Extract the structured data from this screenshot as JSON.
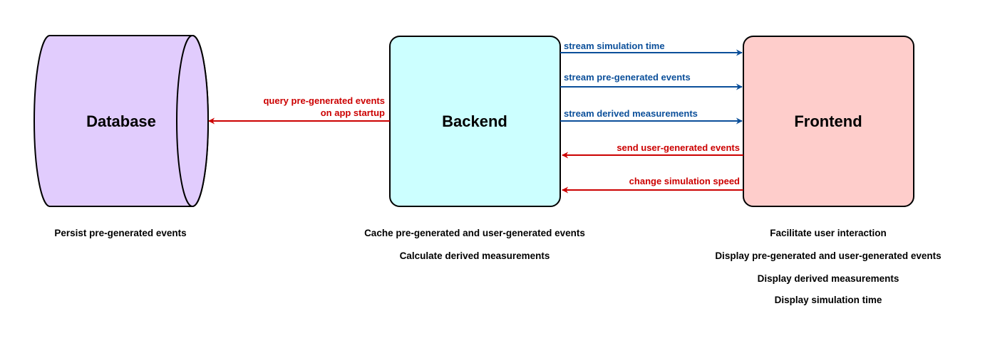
{
  "nodes": {
    "database": {
      "title": "Database",
      "fill": "#e1ccfd"
    },
    "backend": {
      "title": "Backend",
      "fill": "#ccffff"
    },
    "frontend": {
      "title": "Frontend",
      "fill": "#fecdcb"
    }
  },
  "edges": {
    "query_line1": "query pre-generated events",
    "query_line2": "on app startup",
    "stream_time": "stream simulation time",
    "stream_events": "stream pre-generated events",
    "stream_measurements": "stream derived measurements",
    "send_events": "send user-generated events",
    "change_speed": "change simulation speed"
  },
  "descriptions": {
    "database": [
      "Persist pre-generated events"
    ],
    "backend": [
      "Cache pre-generated and user-generated events",
      "Calculate derived measurements"
    ],
    "frontend": [
      "Facilitate user interaction",
      "Display pre-generated and user-generated events",
      "Display derived measurements",
      "Display simulation time"
    ]
  },
  "colors": {
    "blue": "#0b4f9a",
    "red": "#cc0000",
    "stroke": "#000000"
  }
}
